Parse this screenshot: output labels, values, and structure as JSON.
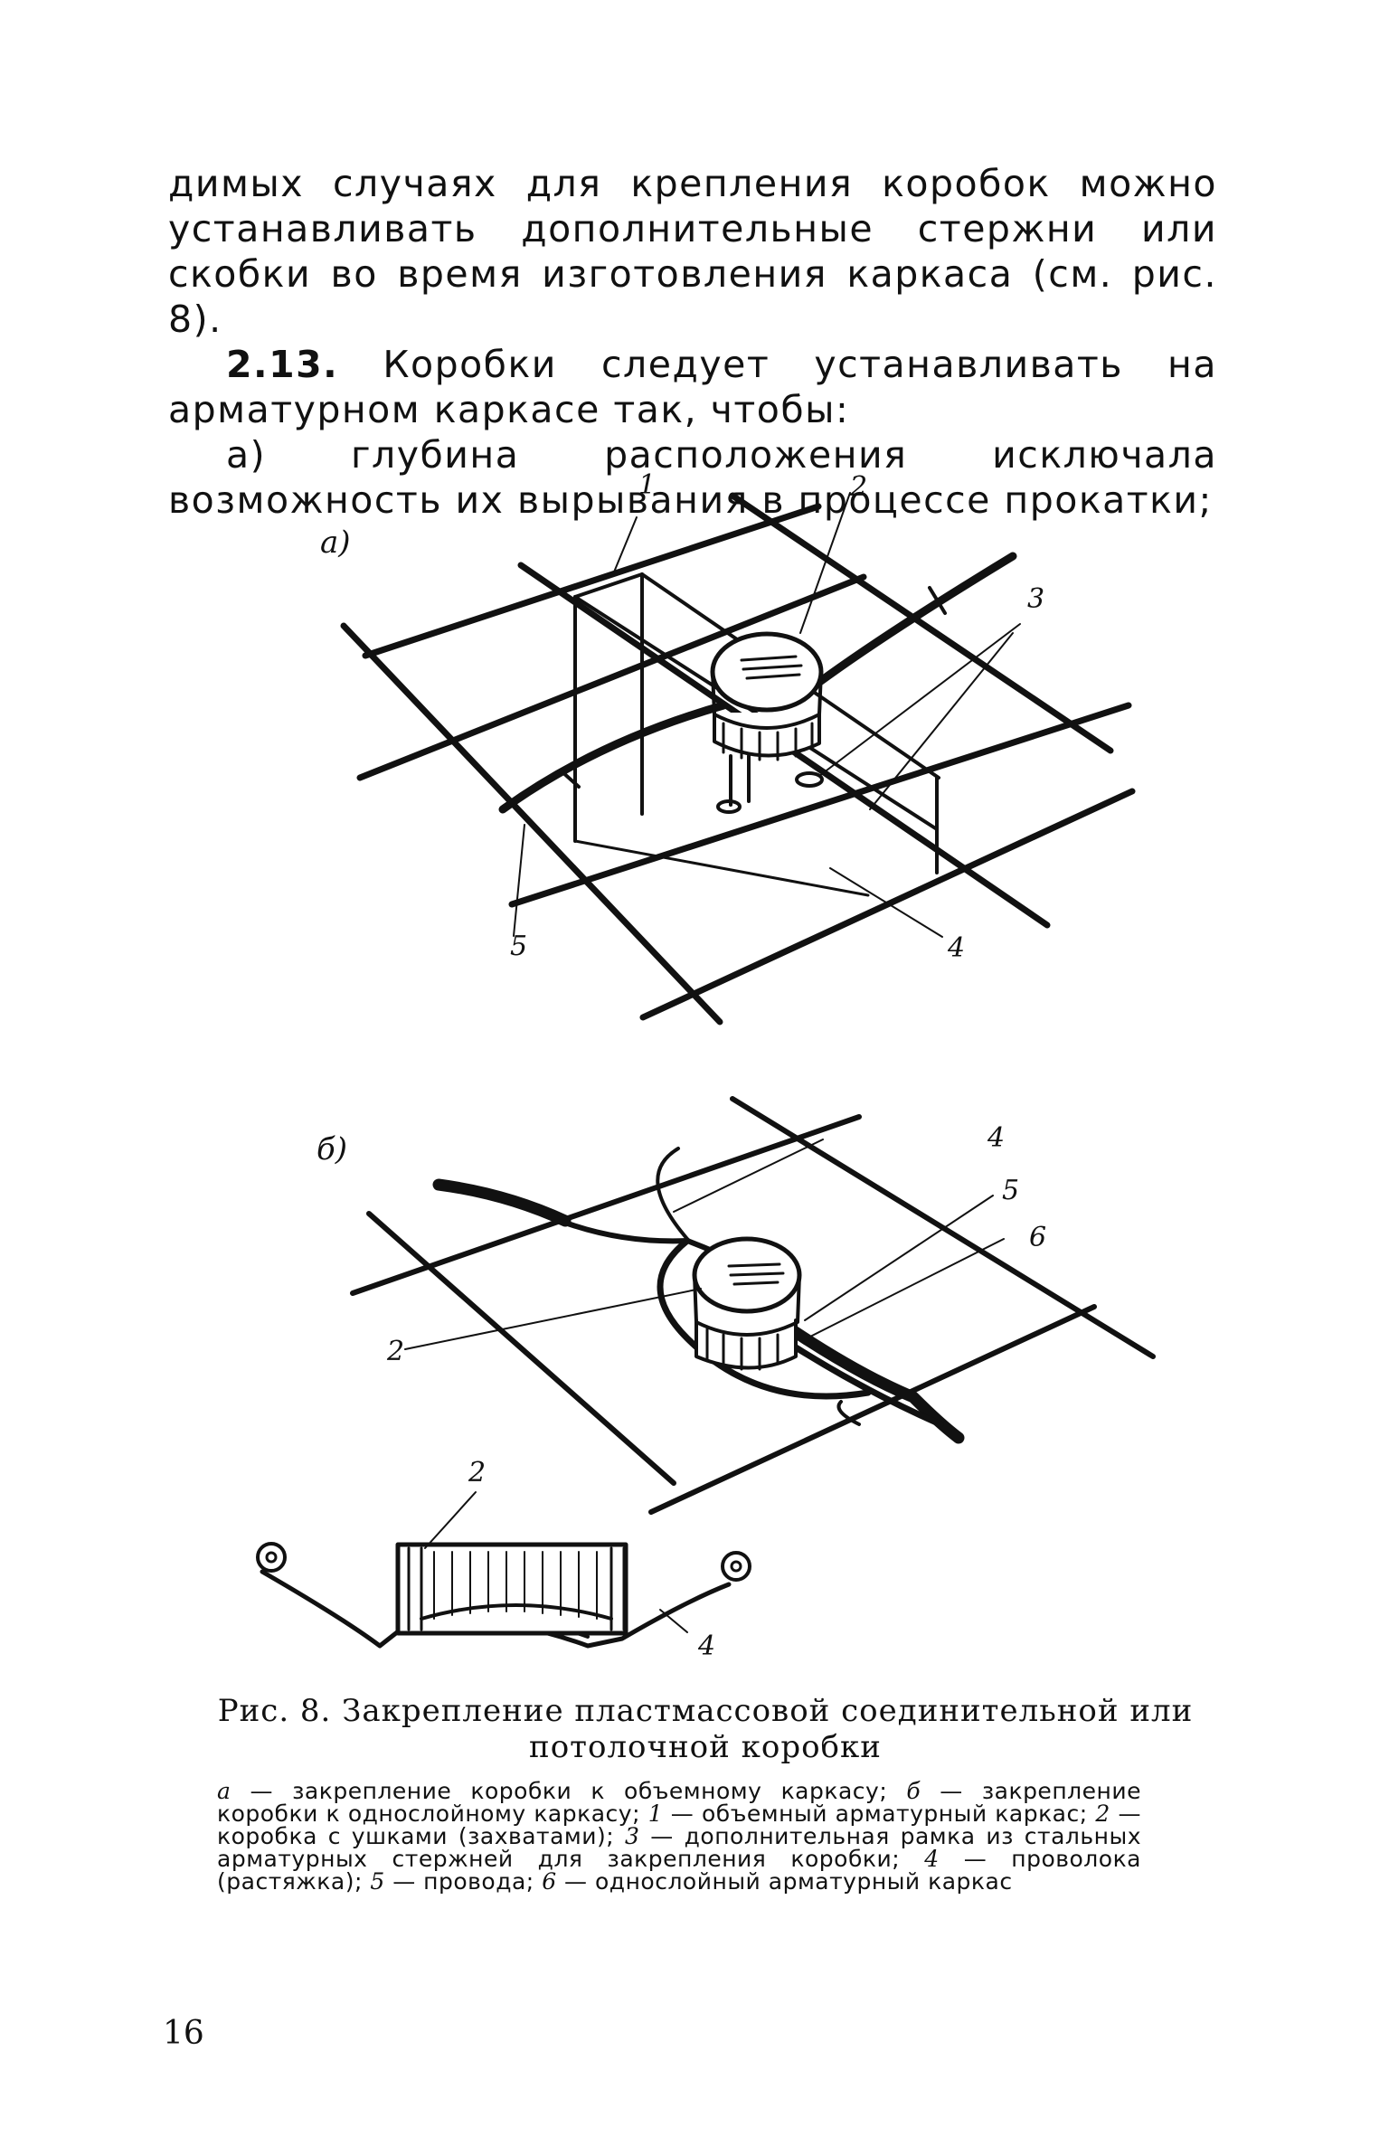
{
  "body_text": {
    "para1": "димых случаях для крепления коробок можно устанавливать дополнительные стержни или скобки во время изготовления каркаса (см. рис. 8).",
    "para2_number": "2.13.",
    "para2_text": "Коробки следует устанавливать на арматурном каркасе так, чтобы:",
    "para3": "а) глубина расположения исключала возможность их вырывания в процессе прокатки;"
  },
  "figure": {
    "sub_a_label": "а)",
    "sub_b_label": "б)",
    "callouts_a": {
      "c1": "1",
      "c2": "2",
      "c3": "3",
      "c4": "4",
      "c5": "5"
    },
    "callouts_b": {
      "c2": "2",
      "c4": "4",
      "c5": "5",
      "c6": "6"
    },
    "callouts_c": {
      "c2": "2",
      "c4": "4"
    }
  },
  "caption": {
    "title_line1": "Рис. 8. Закрепление пластмассовой соединительной или",
    "title_line2": "потолочной коробки",
    "legend": [
      {
        "key": "а",
        "text": " — закрепление коробки к объемному каркасу; "
      },
      {
        "key": "б",
        "text": " — закрепление коробки к однослойному каркасу; "
      },
      {
        "key": "1",
        "text": " — объемный арматурный каркас; "
      },
      {
        "key": "2",
        "text": " — коробка с ушками (захватами); "
      },
      {
        "key": "3",
        "text": " — дополнительная рамка из стальных арматурных стержней для закрепления коробки; "
      },
      {
        "key": "4",
        "text": " — проволока (растяжка); "
      },
      {
        "key": "5",
        "text": " — провода; "
      },
      {
        "key": "6",
        "text": " — однослойный арматурный каркас"
      }
    ]
  },
  "page_number": "16"
}
